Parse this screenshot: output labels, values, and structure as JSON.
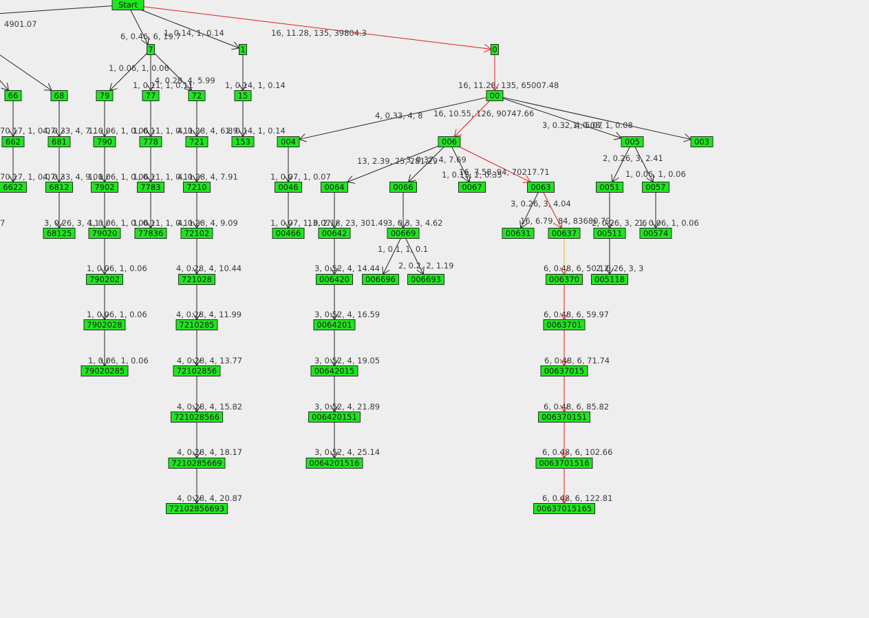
{
  "colors": {
    "background": "#eeeeee",
    "node_fill": "#1ee61e",
    "node_border": "#2a2a2a",
    "edge_default": "#222222",
    "edge_highlight": "#e01b1b",
    "edge_partial": "#e8b020"
  },
  "nodes": [
    {
      "id": "n_start",
      "label": "Start"
    },
    {
      "id": "n_7",
      "label": "7"
    },
    {
      "id": "n_1",
      "label": "1"
    },
    {
      "id": "n_0",
      "label": "0"
    },
    {
      "id": "n_66",
      "label": "66"
    },
    {
      "id": "n_68",
      "label": "68"
    },
    {
      "id": "n_79",
      "label": "79"
    },
    {
      "id": "n_77",
      "label": "77"
    },
    {
      "id": "n_72",
      "label": "72"
    },
    {
      "id": "n_15",
      "label": "15"
    },
    {
      "id": "n_00",
      "label": "00"
    },
    {
      "id": "n_662",
      "label": "662"
    },
    {
      "id": "n_681",
      "label": "681"
    },
    {
      "id": "n_790",
      "label": "790"
    },
    {
      "id": "n_778",
      "label": "778"
    },
    {
      "id": "n_721",
      "label": "721"
    },
    {
      "id": "n_153",
      "label": "153"
    },
    {
      "id": "n_004",
      "label": "004"
    },
    {
      "id": "n_006",
      "label": "006"
    },
    {
      "id": "n_005",
      "label": "005"
    },
    {
      "id": "n_003",
      "label": "003"
    },
    {
      "id": "n_6622",
      "label": "6622"
    },
    {
      "id": "n_6812",
      "label": "6812"
    },
    {
      "id": "n_7902",
      "label": "7902"
    },
    {
      "id": "n_7783",
      "label": "7783"
    },
    {
      "id": "n_7210",
      "label": "7210"
    },
    {
      "id": "n_0046",
      "label": "0046"
    },
    {
      "id": "n_0064",
      "label": "0064"
    },
    {
      "id": "n_0066",
      "label": "0066"
    },
    {
      "id": "n_0067",
      "label": "0067"
    },
    {
      "id": "n_0063",
      "label": "0063"
    },
    {
      "id": "n_0051",
      "label": "0051"
    },
    {
      "id": "n_0057",
      "label": "0057"
    },
    {
      "id": "n_68125",
      "label": "68125"
    },
    {
      "id": "n_79020",
      "label": "79020"
    },
    {
      "id": "n_77836",
      "label": "77836"
    },
    {
      "id": "n_72102",
      "label": "72102"
    },
    {
      "id": "n_00466",
      "label": "00466"
    },
    {
      "id": "n_00642",
      "label": "00642"
    },
    {
      "id": "n_00669",
      "label": "00669"
    },
    {
      "id": "n_00631",
      "label": "00631"
    },
    {
      "id": "n_00637",
      "label": "00637"
    },
    {
      "id": "n_00511",
      "label": "00511"
    },
    {
      "id": "n_00574",
      "label": "00574"
    },
    {
      "id": "n_790202",
      "label": "790202"
    },
    {
      "id": "n_721028",
      "label": "721028"
    },
    {
      "id": "n_006420",
      "label": "006420"
    },
    {
      "id": "n_006696",
      "label": "006696"
    },
    {
      "id": "n_006693",
      "label": "006693"
    },
    {
      "id": "n_006370",
      "label": "006370"
    },
    {
      "id": "n_005118",
      "label": "005118"
    },
    {
      "id": "n_7902028",
      "label": "7902028"
    },
    {
      "id": "n_7210285",
      "label": "7210285"
    },
    {
      "id": "n_0064201",
      "label": "0064201"
    },
    {
      "id": "n_0063701",
      "label": "0063701"
    },
    {
      "id": "n_79020285",
      "label": "79020285"
    },
    {
      "id": "n_72102856",
      "label": "72102856"
    },
    {
      "id": "n_00642015",
      "label": "00642015"
    },
    {
      "id": "n_00637015",
      "label": "00637015"
    },
    {
      "id": "n_721028566",
      "label": "721028566"
    },
    {
      "id": "n_006420151",
      "label": "006420151"
    },
    {
      "id": "n_006370151",
      "label": "006370151"
    },
    {
      "id": "n_7210285669",
      "label": "7210285669"
    },
    {
      "id": "n_0064201516",
      "label": "0064201516"
    },
    {
      "id": "n_0063701516",
      "label": "0063701516"
    },
    {
      "id": "n_72102856693",
      "label": "72102856693"
    },
    {
      "id": "n_00637015165",
      "label": "00637015165"
    }
  ],
  "edges": [
    {
      "from": "n_start",
      "to": "n_7",
      "label": "6, 0.46, 6, 19.7",
      "style": "default"
    },
    {
      "from": "n_start",
      "to": "n_1",
      "label": "1, 0.14, 1, 0.14",
      "style": "default"
    },
    {
      "from": "n_start",
      "to": "n_0",
      "label": "16, 11.28, 135, 39804.3",
      "style": "highlight"
    },
    {
      "from": "n_start",
      "to": "n_left_offscreen",
      "label": "4901.07",
      "style": "default"
    },
    {
      "from": "n_left_offscreen",
      "to": "n_66",
      "label": "",
      "style": "default"
    },
    {
      "from": "n_left_offscreen",
      "to": "n_68",
      "label": "",
      "style": "default"
    },
    {
      "from": "n_7",
      "to": "n_79",
      "label": "1, 0.06, 1, 0.06",
      "style": "default"
    },
    {
      "from": "n_7",
      "to": "n_77",
      "label": "1, 0.11, 1, 0.11",
      "style": "default"
    },
    {
      "from": "n_7",
      "to": "n_72",
      "label": "4, 0.28, 4, 5.99",
      "style": "default"
    },
    {
      "from": "n_1",
      "to": "n_15",
      "label": "1, 0.14, 1, 0.14",
      "style": "default"
    },
    {
      "from": "n_0",
      "to": "n_00",
      "label": "16, 11.28, 135, 65007.48",
      "style": "highlight"
    },
    {
      "from": "n_66",
      "to": "n_662",
      "label": "70.17, 1, 0.07",
      "style": "default"
    },
    {
      "from": "n_68",
      "to": "n_681",
      "label": "4, 0.33, 4, 7.1",
      "style": "default"
    },
    {
      "from": "n_79",
      "to": "n_790",
      "label": "1, 0.06, 1, 0.06",
      "style": "default"
    },
    {
      "from": "n_77",
      "to": "n_778",
      "label": "1, 0.11, 1, 0.11",
      "style": "default"
    },
    {
      "from": "n_72",
      "to": "n_721",
      "label": "4, 0.28, 4, 6.89",
      "style": "default"
    },
    {
      "from": "n_15",
      "to": "n_153",
      "label": "1, 0.14, 1, 0.14",
      "style": "default"
    },
    {
      "from": "n_00",
      "to": "n_004",
      "label": "4, 0.33, 4, 8",
      "style": "default"
    },
    {
      "from": "n_00",
      "to": "n_006",
      "label": "16, 10.55, 126, 90747.66",
      "style": "highlight"
    },
    {
      "from": "n_00",
      "to": "n_005",
      "label": "3, 0.32, 4, 5.07",
      "style": "default"
    },
    {
      "from": "n_00",
      "to": "n_003",
      "label": "1, 0.08, 1, 0.08",
      "style": "default"
    },
    {
      "from": "n_662",
      "to": "n_6622",
      "label": "70.17, 1, 0.07",
      "style": "default"
    },
    {
      "from": "n_681",
      "to": "n_6812",
      "label": "4, 0.33, 4, 9.01",
      "style": "default"
    },
    {
      "from": "n_790",
      "to": "n_7902",
      "label": "1, 0.06, 1, 0.06",
      "style": "default"
    },
    {
      "from": "n_778",
      "to": "n_7783",
      "label": "1, 0.11, 1, 0.11",
      "style": "default"
    },
    {
      "from": "n_721",
      "to": "n_7210",
      "label": "4, 0.28, 4, 7.91",
      "style": "default"
    },
    {
      "from": "n_004",
      "to": "n_0046",
      "label": "1, 0.07, 1, 0.07",
      "style": "default"
    },
    {
      "from": "n_006",
      "to": "n_0064",
      "label": "13, 2.39, 25, 281.29",
      "style": "default"
    },
    {
      "from": "n_006",
      "to": "n_0066",
      "label": "3, 0.37, 4, 7.69",
      "style": "default"
    },
    {
      "from": "n_006",
      "to": "n_0067",
      "label": "1, 0.15, 2, 0.35",
      "style": "default"
    },
    {
      "from": "n_006",
      "to": "n_0063",
      "label": "16, 7.58, 94, 70217.71",
      "style": "highlight"
    },
    {
      "from": "n_005",
      "to": "n_0051",
      "label": "2, 0.26, 3, 2.41",
      "style": "default"
    },
    {
      "from": "n_005",
      "to": "n_0057",
      "label": "1, 0.06, 1, 0.06",
      "style": "default"
    },
    {
      "from": "n_6812",
      "to": "n_68125",
      "label": "3, 0.26, 3, 4.1",
      "style": "default"
    },
    {
      "from": "n_7902",
      "to": "n_79020",
      "label": "1, 0.06, 1, 0.06",
      "style": "default"
    },
    {
      "from": "n_7783",
      "to": "n_77836",
      "label": "1, 0.11, 1, 0.11",
      "style": "default"
    },
    {
      "from": "n_7210",
      "to": "n_72102",
      "label": "4, 0.28, 4, 9.09",
      "style": "default"
    },
    {
      "from": "n_0046",
      "to": "n_00466",
      "label": "1, 0.07, 1, 0.07",
      "style": "default"
    },
    {
      "from": "n_0064",
      "to": "n_00642",
      "label": "13, 2.18, 23, 301.49",
      "style": "default"
    },
    {
      "from": "n_0066",
      "to": "n_00669",
      "label": "3, 0.3, 3, 4.62",
      "style": "default"
    },
    {
      "from": "n_0063",
      "to": "n_00631",
      "label": "3, 0.26, 3, 4.04",
      "style": "default"
    },
    {
      "from": "n_0063",
      "to": "n_00637",
      "label": "16, 6.79, 84, 83680.79",
      "style": "highlight"
    },
    {
      "from": "n_0051",
      "to": "n_00511",
      "label": "2, 0.26, 3, 2.6",
      "style": "default"
    },
    {
      "from": "n_0057",
      "to": "n_00574",
      "label": "1, 0.06, 1, 0.06",
      "style": "default"
    },
    {
      "from": "n_79020",
      "to": "n_790202",
      "label": "1, 0.06, 1, 0.06",
      "style": "default"
    },
    {
      "from": "n_72102",
      "to": "n_721028",
      "label": "4, 0.28, 4, 10.44",
      "style": "default"
    },
    {
      "from": "n_00642",
      "to": "n_006420",
      "label": "3, 0.52, 4, 14.44",
      "style": "default"
    },
    {
      "from": "n_00669",
      "to": "n_006696",
      "label": "1, 0.1, 1, 0.1",
      "style": "default"
    },
    {
      "from": "n_00669",
      "to": "n_006693",
      "label": "2, 0.2, 2, 1.19",
      "style": "default"
    },
    {
      "from": "n_00637",
      "to": "n_006370",
      "label": "6, 0.48, 6, 50.12",
      "style": "partial"
    },
    {
      "from": "n_00511",
      "to": "n_005118",
      "label": "2, 0.26, 3, 3",
      "style": "default"
    },
    {
      "from": "n_790202",
      "to": "n_7902028",
      "label": "1, 0.06, 1, 0.06",
      "style": "default"
    },
    {
      "from": "n_721028",
      "to": "n_7210285",
      "label": "4, 0.28, 4, 11.99",
      "style": "default"
    },
    {
      "from": "n_006420",
      "to": "n_0064201",
      "label": "3, 0.52, 4, 16.59",
      "style": "default"
    },
    {
      "from": "n_006370",
      "to": "n_0063701",
      "label": "6, 0.48, 6, 59.97",
      "style": "highlight"
    },
    {
      "from": "n_7902028",
      "to": "n_79020285",
      "label": "1, 0.06, 1, 0.06",
      "style": "default"
    },
    {
      "from": "n_7210285",
      "to": "n_72102856",
      "label": "4, 0.28, 4, 13.77",
      "style": "default"
    },
    {
      "from": "n_0064201",
      "to": "n_00642015",
      "label": "3, 0.52, 4, 19.05",
      "style": "default"
    },
    {
      "from": "n_0063701",
      "to": "n_00637015",
      "label": "6, 0.48, 6, 71.74",
      "style": "highlight"
    },
    {
      "from": "n_72102856",
      "to": "n_721028566",
      "label": "4, 0.28, 4, 15.82",
      "style": "default"
    },
    {
      "from": "n_00642015",
      "to": "n_006420151",
      "label": "3, 0.52, 4, 21.89",
      "style": "default"
    },
    {
      "from": "n_00637015",
      "to": "n_006370151",
      "label": "6, 0.48, 6, 85.82",
      "style": "highlight"
    },
    {
      "from": "n_721028566",
      "to": "n_7210285669",
      "label": "4, 0.28, 4, 18.17",
      "style": "default"
    },
    {
      "from": "n_006420151",
      "to": "n_0064201516",
      "label": "3, 0.52, 4, 25.14",
      "style": "default"
    },
    {
      "from": "n_006370151",
      "to": "n_0063701516",
      "label": "6, 0.48, 6, 102.66",
      "style": "highlight"
    },
    {
      "from": "n_7210285669",
      "to": "n_72102856693",
      "label": "4, 0.28, 4, 20.87",
      "style": "default"
    },
    {
      "from": "n_0063701516",
      "to": "n_00637015165",
      "label": "6, 0.48, 6, 122.81",
      "style": "highlight"
    }
  ],
  "offscreen_fragments": [
    "7"
  ]
}
